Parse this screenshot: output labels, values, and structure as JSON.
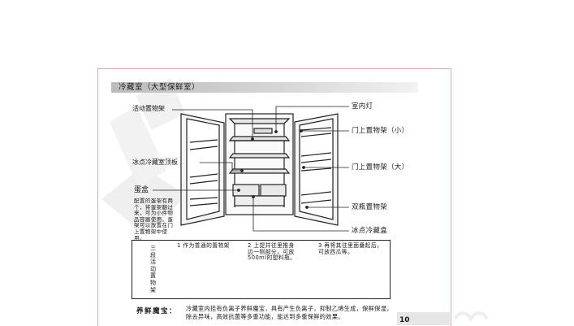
{
  "section_title": "冷藏室（大型保鲜室）",
  "labels_left": {
    "movable_shelf": "活动置物架",
    "ice_chill_top_plate": "冰点冷藏室顶板",
    "egg_box": "蛋盒"
  },
  "labels_right": {
    "interior_light": "室内灯",
    "door_shelf_small": "门上置物架（小）",
    "door_shelf_large": "门上置物架（大）",
    "double_bottle_shelf": "双瓶置物架",
    "ice_chill_box": "冰点冷藏盒"
  },
  "note_lines": [
    "配置的蛋架有两",
    "个，将蛋架翻过",
    "来，可为小件物",
    "品容器使用。蛋",
    "架可以放置在门",
    "上置物架中使用。"
  ],
  "panel": {
    "vertical_title": [
      "三",
      "段",
      "活",
      "动",
      "置",
      "物",
      "架"
    ],
    "step1": [
      "1 作为普通的置物架"
    ],
    "step2": [
      "2 上提并往里推身",
      "  边一侧部分，可放",
      "  500ml的塑料瓶。"
    ],
    "step3": [
      "3 再将其往里面叠起后，",
      "  可放西瓜等。"
    ]
  },
  "bottom": {
    "heading": "养鲜魔宝：",
    "line1": "冷藏室内挂有负离子养鲜魔宝，具有产生负离子，抑制乙烯生成，保鲜保湿，",
    "line2": "除去异味，高效抗菌等多重功能，能达到多重保鲜的效果。"
  },
  "page_number": "10",
  "colors": {
    "frame": "#d9a9c4",
    "section_bar": "#bcbcbc",
    "watermark": "#ececec"
  }
}
